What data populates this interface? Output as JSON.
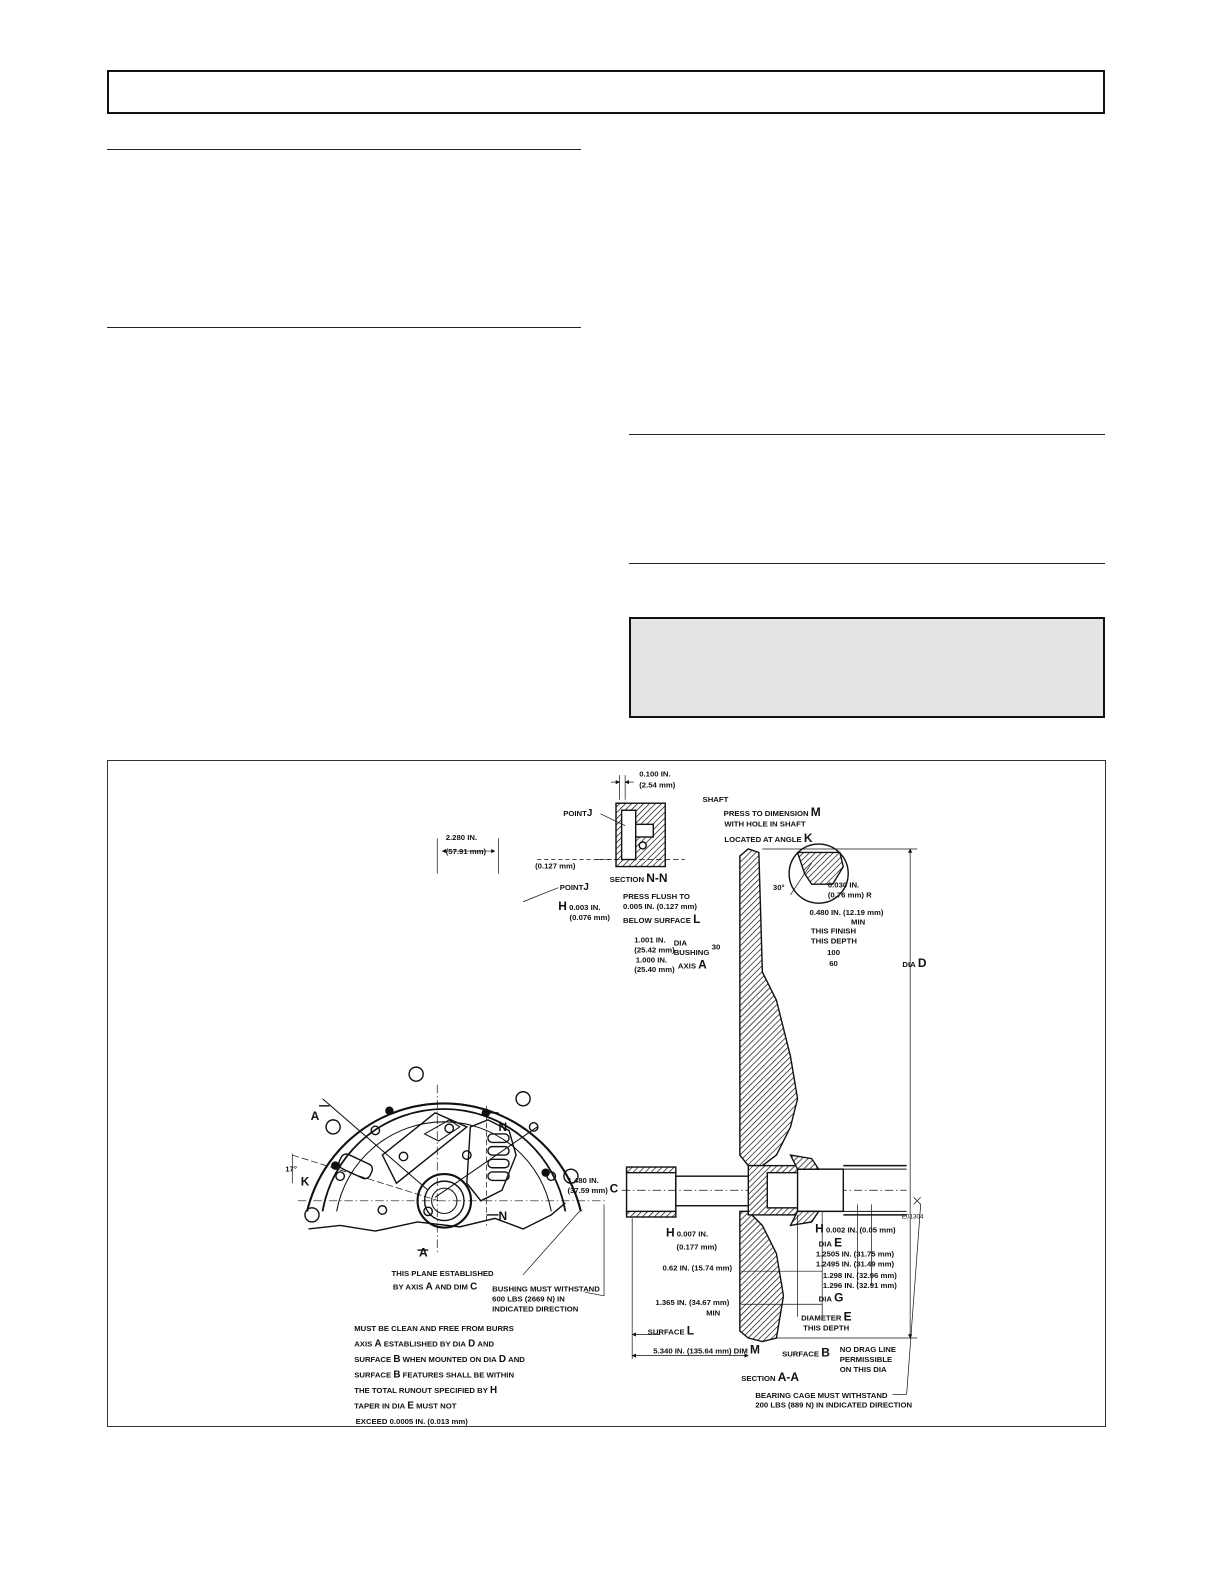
{
  "figure": {
    "id_code": "E01304",
    "labels": {
      "dim_0100": "0.100 IN.",
      "dim_254": "(2.54 mm)",
      "point_j_top": "POINT",
      "j": "J",
      "section_nn": "SECTION",
      "nn": "N-N",
      "shaft": "SHAFT",
      "press_to_dim": "PRESS TO DIMENSION",
      "m": "M",
      "with_hole": "WITH HOLE IN SHAFT",
      "located_at_angle": "LOCATED AT ANGLE",
      "k": "K",
      "dim_2280": "2.280 IN.",
      "dim_5791": "(57.91 mm)",
      "dim_0127_top": "(0.127 mm)",
      "point_j_mid": "POINT",
      "press_flush": "PRESS FLUSH TO",
      "press_flush_val": "0.005 IN. (0.127 mm)",
      "below_surface": "BELOW SURFACE",
      "l": "L",
      "h": "H",
      "h_0003": "0.003 IN.",
      "h_0076": "(0.076 mm)",
      "a": "A",
      "n": "N",
      "deg17": "17°",
      "dim_1480": "1.480 IN.",
      "dim_3759": "(37.59 mm)",
      "c": "C",
      "dim_1001": "1.001 IN.",
      "dim_2542": "(25.42 mm)",
      "dim_1000": "1.000 IN.",
      "dim_2540": "(25.40 mm)",
      "dia": "DIA",
      "bushing": "BUSHING",
      "n30": "30",
      "axis": "AXIS",
      "deg30": "30°",
      "dim_0030": "0.030 IN.",
      "dim_076r": "(0.76 mm) R",
      "dim_0480": "0.480 IN. (12.19 mm)",
      "min": "MIN",
      "this_finish": "THIS FINISH",
      "this_depth": "THIS DEPTH",
      "n100": "100",
      "n60": "60",
      "dia_d": "DIA",
      "d": "D",
      "h_0007": "0.007 IN.",
      "h_0177": "(0.177 mm)",
      "h_0002": "0.002 IN. (0.05 mm)",
      "dia_e": "DIA",
      "e": "E",
      "dim_12505": "1.2505 IN. (31.75 mm)",
      "dim_12495": "1.2495 IN. (31.49 mm)",
      "dim_1298": "1.298 IN. (32.96 mm)",
      "dim_1296": "1.296 IN. (32.91 mm)",
      "dia_g": "DIA",
      "g": "G",
      "dim_062": "0.62 IN. (15.74 mm)",
      "dim_1365": "1.365 IN. (34.67 mm)",
      "min2": "MIN",
      "diameter": "DIAMETER",
      "this_depth2": "THIS DEPTH",
      "this_plane": "THIS PLANE ESTABLISHED",
      "by_axis": "BY AXIS",
      "and_dim": "AND DIM",
      "bushing_withstand": "BUSHING MUST WITHSTAND",
      "bushing_600": "600 LBS (2669 N) IN",
      "indicated_dir": "INDICATED DIRECTION",
      "surface": "SURFACE",
      "dim_5340": "5.340 IN. (135.64 mm) DIM",
      "surface_b": "SURFACE",
      "b": "B",
      "no_drag": "NO DRAG LINE",
      "permissible": "PERMISSIBLE",
      "on_this_dia": "ON THIS DIA",
      "section_aa": "SECTION",
      "aa": "A-A",
      "bearing_cage": "BEARING CAGE MUST WITHSTAND",
      "bearing_200": "200 LBS (889 N) IN INDICATED DIRECTION"
    },
    "notes": [
      {
        "pre": "MUST BE CLEAN AND FREE FROM BURRS",
        "letter": "",
        "post": ""
      },
      {
        "pre": "AXIS",
        "letter": "A",
        "post": "ESTABLISHED BY DIA",
        "letter2": "D",
        "post2": "AND"
      },
      {
        "pre": "SURFACE",
        "letter": "B",
        "post": "WHEN MOUNTED ON DIA",
        "letter2": "D",
        "post2": "AND"
      },
      {
        "pre": "SURFACE",
        "letter": "B",
        "post": "FEATURES SHALL BE WITHIN",
        "letter2": "",
        "post2": ""
      },
      {
        "pre": "THE TOTAL RUNOUT SPECIFIED BY",
        "letter": "H",
        "post": "",
        "letter2": "",
        "post2": ""
      },
      {
        "pre": "TAPER IN DIA",
        "letter": "E",
        "post": "MUST NOT",
        "letter2": "",
        "post2": ""
      },
      {
        "pre": "EXCEED 0.0005 IN. (0.013 mm)",
        "letter": "",
        "post": "",
        "letter2": "",
        "post2": ""
      }
    ]
  }
}
